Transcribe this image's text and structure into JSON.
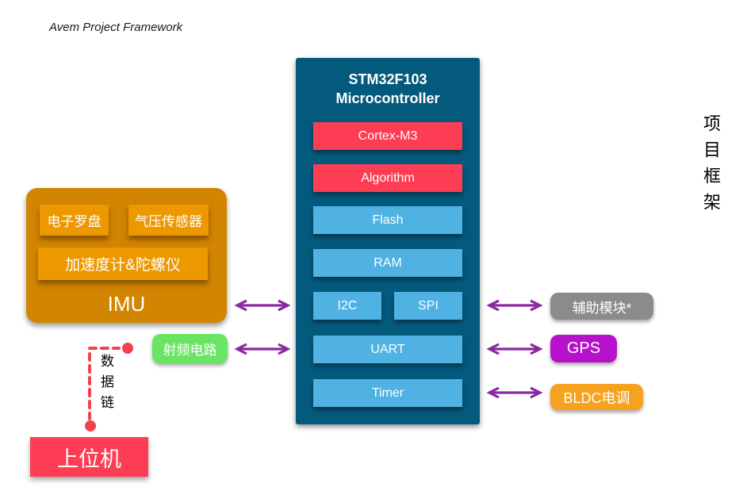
{
  "page_title": "Avem Project Framework",
  "frame_label": "项目框架",
  "mcu": {
    "title_line1": "STM32F103",
    "title_line2": "Microcontroller",
    "blocks": {
      "cortex": "Cortex-M3",
      "algorithm": "Algorithm",
      "flash": "Flash",
      "ram": "RAM",
      "i2c": "I2C",
      "spi": "SPI",
      "uart": "UART",
      "timer": "Timer"
    }
  },
  "imu": {
    "label": "IMU",
    "compass": "电子罗盘",
    "barometer": "气压传感器",
    "accel_gyro": "加速度计&陀螺仪"
  },
  "rf_label": "射频电路",
  "peripherals": {
    "aux": "辅助模块*",
    "gps": "GPS",
    "bldc": "BLDC电调"
  },
  "host_label": "上位机",
  "datalink_label": "数据链",
  "colors": {
    "mcu_bg": "#045a7d",
    "block_red": "#fc3d53",
    "block_blue": "#4fb2e2",
    "imu_bg": "#d28500",
    "imu_inner": "#ee9800",
    "rf_green": "#69e563",
    "aux_gray": "#8b8b8b",
    "gps_purple": "#b811cb",
    "bldc_orange": "#f6a21e",
    "arrow_purple": "#8a28a0",
    "datalink_red": "#f4414e",
    "text_white": "#ffffff"
  }
}
